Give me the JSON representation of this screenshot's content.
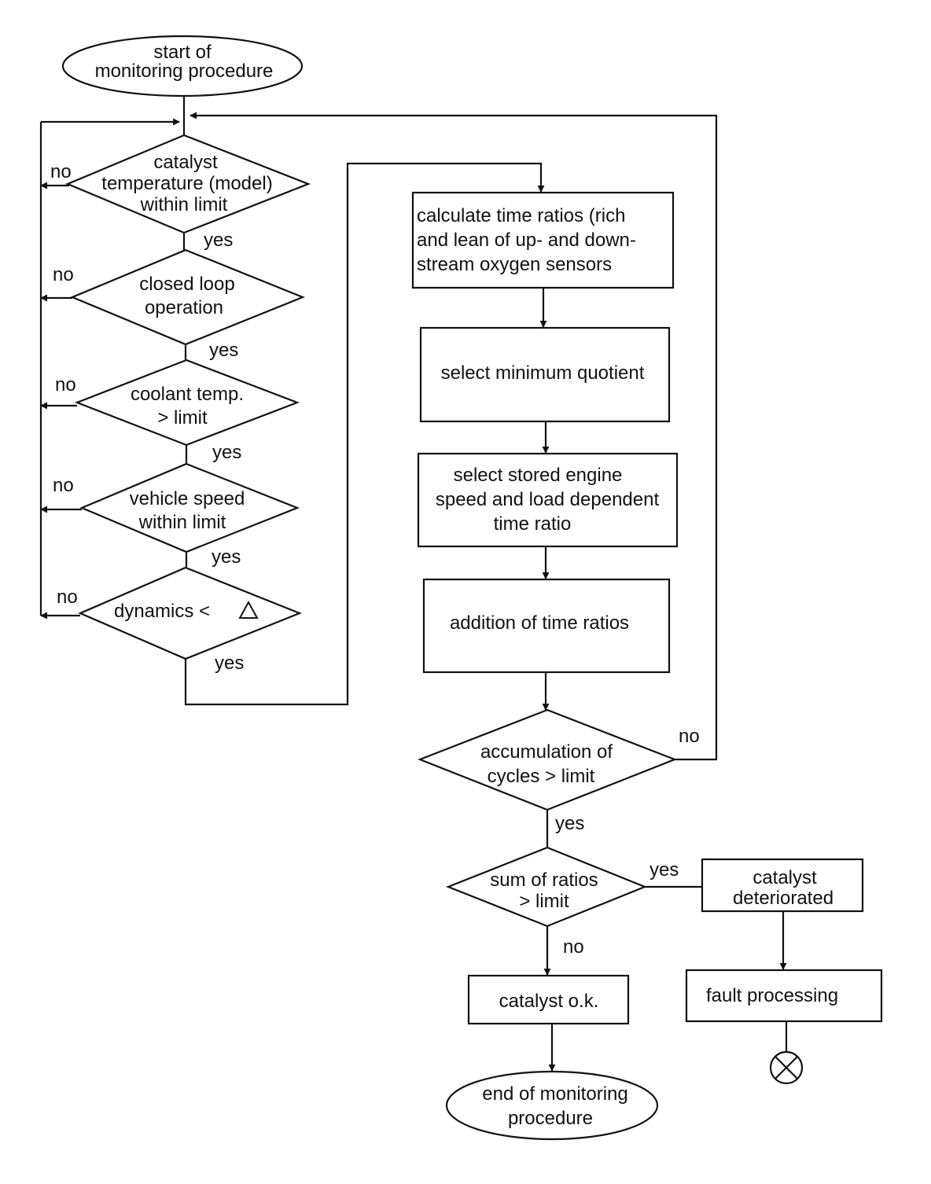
{
  "nodes": {
    "start": {
      "lines": [
        "start of",
        "monitoring procedure"
      ]
    },
    "d_catalyst_temp": {
      "lines": [
        "catalyst",
        "temperature (model)",
        "within limit"
      ]
    },
    "d_closed_loop": {
      "lines": [
        "closed loop",
        "operation"
      ]
    },
    "d_coolant": {
      "lines": [
        "coolant temp.",
        "> limit"
      ]
    },
    "d_vehicle_speed": {
      "lines": [
        "vehicle speed",
        "within limit"
      ]
    },
    "d_dynamics": {
      "lines": [
        "dynamics <"
      ]
    },
    "p_calc_ratios": {
      "lines": [
        "calculate time ratios (rich",
        "and lean of up- and down-",
        "stream oxygen sensors"
      ]
    },
    "p_min_quotient": {
      "lines": [
        "select minimum quotient"
      ]
    },
    "p_stored_ratio": {
      "lines": [
        "select stored engine",
        "speed and load dependent",
        "time ratio"
      ]
    },
    "p_addition": {
      "lines": [
        "addition of time ratios"
      ]
    },
    "d_accumulation": {
      "lines": [
        "accumulation of",
        "cycles  > limit"
      ]
    },
    "d_sum_ratios": {
      "lines": [
        "sum of ratios",
        "> limit"
      ]
    },
    "p_deteriorated": {
      "lines": [
        "catalyst",
        "deteriorated"
      ]
    },
    "p_ok": {
      "lines": [
        "catalyst o.k."
      ]
    },
    "p_fault": {
      "lines": [
        "fault processing"
      ]
    },
    "end": {
      "lines": [
        "end of monitoring",
        "procedure"
      ]
    }
  },
  "edge_labels": {
    "yes": "yes",
    "no": "no"
  },
  "symbols": {
    "delta": "delta-triangle-icon",
    "terminator": "circled-x-icon"
  }
}
